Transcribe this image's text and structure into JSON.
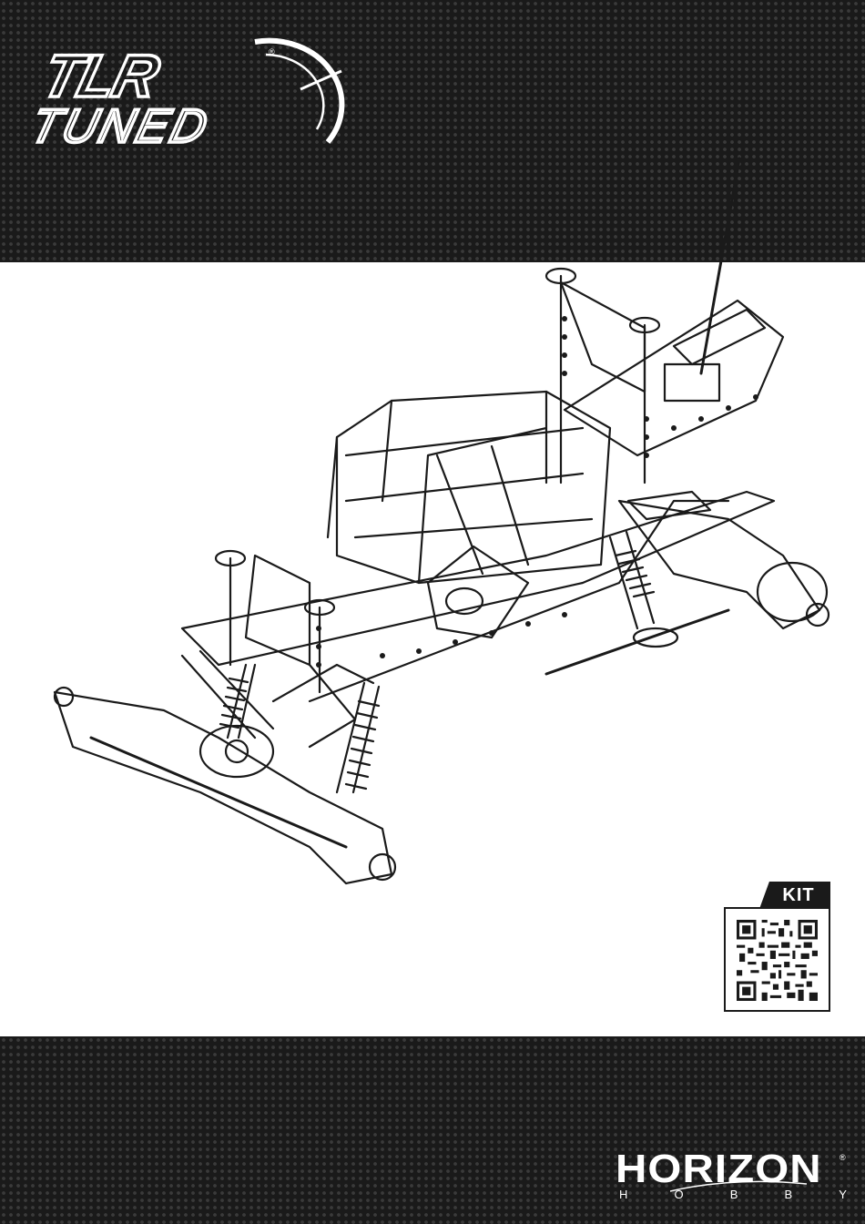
{
  "brand": {
    "line1": "TLR",
    "line2": "TUNED",
    "reg_mark": "®",
    "icon": "speedometer-swoosh-icon"
  },
  "kit_badge": {
    "label": "KIT",
    "qr_icon": "qr-code-icon"
  },
  "publisher": {
    "name": "HORIZON",
    "reg_mark": "®",
    "sub": [
      "H",
      "O",
      "B",
      "B",
      "Y"
    ]
  },
  "illustration": "chassis-line-drawing",
  "colors": {
    "band": "#1a1a1a",
    "hex_cell": "#3a3a3a",
    "paper": "#ffffff",
    "ink": "#1a1a1a"
  }
}
